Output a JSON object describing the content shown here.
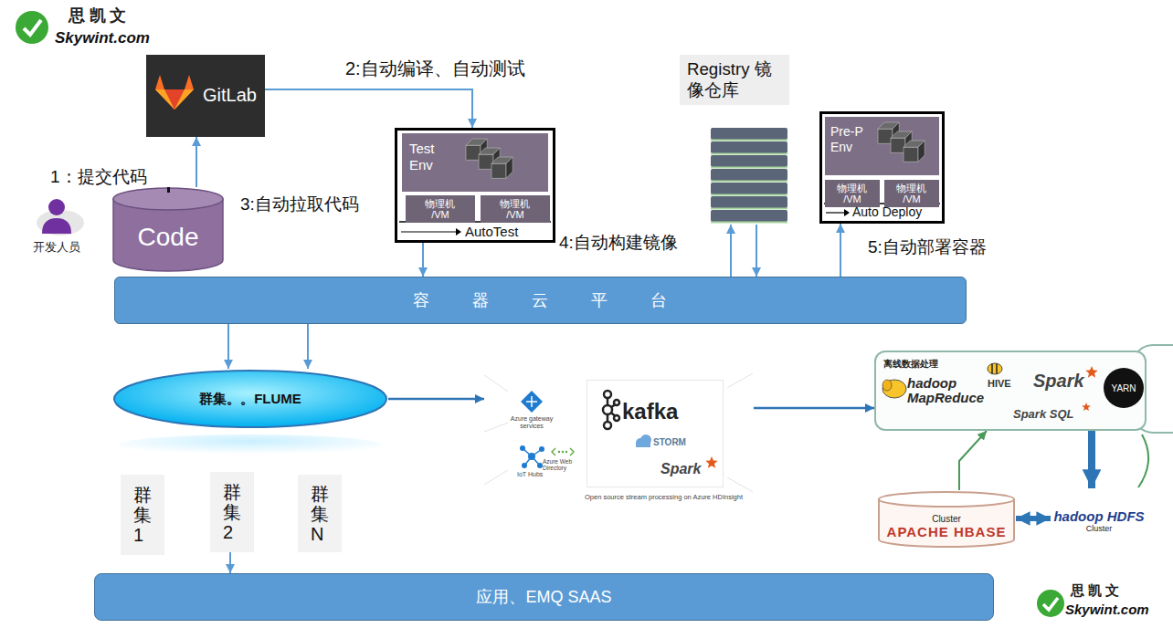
{
  "diagram": {
    "nodes": [
      {
        "text": [
          "GitLab"
        ]
      },
      {
        "text": [
          "Code"
        ]
      },
      {
        "text": [
          "开发人员"
        ]
      },
      {
        "text": [
          "AutoTest"
        ]
      },
      {
        "text": [
          "Test Env"
        ],
        "in": 3
      },
      {
        "text": [
          "物理机 /VM"
        ],
        "in": 3
      },
      {
        "text": [
          "物理机 /VM"
        ],
        "in": 3
      },
      {
        "text": [
          "Registry 镜像仓库"
        ]
      },
      {
        "text": [
          "Auto Deploy"
        ]
      },
      {
        "text": [
          "Pre-P Env"
        ],
        "in": 8
      },
      {
        "text": [
          "物理机 /VM"
        ],
        "in": 8
      },
      {
        "text": [
          "物理机 /VM"
        ],
        "in": 8
      },
      {
        "text": [
          "容 器 云 平 台"
        ]
      },
      {
        "text": [
          "群集。。FLUME"
        ]
      },
      {
        "text": [
          "群集1"
        ]
      },
      {
        "text": [
          "群集2"
        ]
      },
      {
        "text": [
          "群集N"
        ]
      },
      {
        "text": [
          "Azure gateway services",
          "IoT Hubs",
          "Azure Web Directory",
          "Open source stream processing on Azure HDInsight"
        ]
      },
      {
        "text": [
          "kafka",
          "STORM",
          "Spark"
        ],
        "in": 17
      },
      {
        "text": [
          "离线数据处理",
          "hadoop MapReduce",
          "HIVE",
          "Spark",
          "Spark SQL"
        ]
      },
      {
        "text": [
          "YARN"
        ],
        "in": 19
      },
      {
        "text": [
          "Cluster",
          "APACHE HBASE"
        ]
      },
      {
        "text": [
          "hadoop HDFS",
          "Cluster"
        ]
      },
      {
        "text": [
          "应用、EMQ SAAS"
        ]
      }
    ],
    "edges": [
      {
        "from": 1,
        "to": 0,
        "arrow": "to"
      },
      {
        "from": 0,
        "to": 3,
        "arrow": "to"
      },
      {
        "from": 3,
        "to": 12,
        "arrow": "to"
      },
      {
        "from": 12,
        "to": 7,
        "arrow": "to"
      },
      {
        "from": 7,
        "to": 12,
        "arrow": "to"
      },
      {
        "from": 12,
        "to": 8,
        "arrow": "to"
      },
      {
        "from": 12,
        "to": 13,
        "arrow": "to"
      },
      {
        "from": 12,
        "to": 13,
        "arrow": "to"
      },
      {
        "from": 13,
        "to": 17,
        "arrow": "to"
      },
      {
        "from": 17,
        "to": 19,
        "arrow": "to"
      },
      {
        "from": 15,
        "to": 23,
        "arrow": "to"
      },
      {
        "from": 19,
        "to": 22,
        "arrow": "to"
      },
      {
        "from": 21,
        "to": 22,
        "arrow": "both"
      },
      {
        "from": 21,
        "to": 19,
        "arrow": "to"
      }
    ],
    "labels": [
      "思 凯 文",
      "Skywint.com",
      "1：提交代码",
      "2:自动编译、自动测试",
      "3:自动拉取代码",
      "4:自动构建镜像",
      "5:自动部署容器",
      "思 凯 文",
      "Skywint.com"
    ]
  }
}
